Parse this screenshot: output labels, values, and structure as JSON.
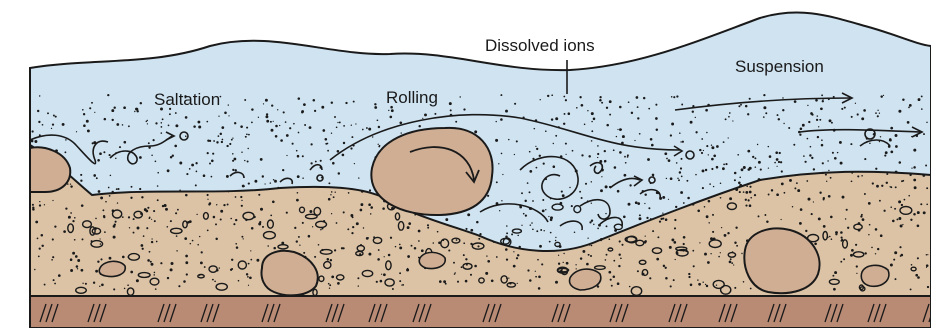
{
  "labels": {
    "saltation": "Saltation",
    "rolling": "Rolling",
    "dissolved": "Dissolved ions",
    "suspension": "Suspension"
  },
  "colors": {
    "water": "#cfe3f1",
    "water_surface": "#b6d4ea",
    "sediment": "#dcc3a6",
    "bedrock": "#b98b75",
    "clast": "#cfae94",
    "line": "#1a1a1a"
  }
}
